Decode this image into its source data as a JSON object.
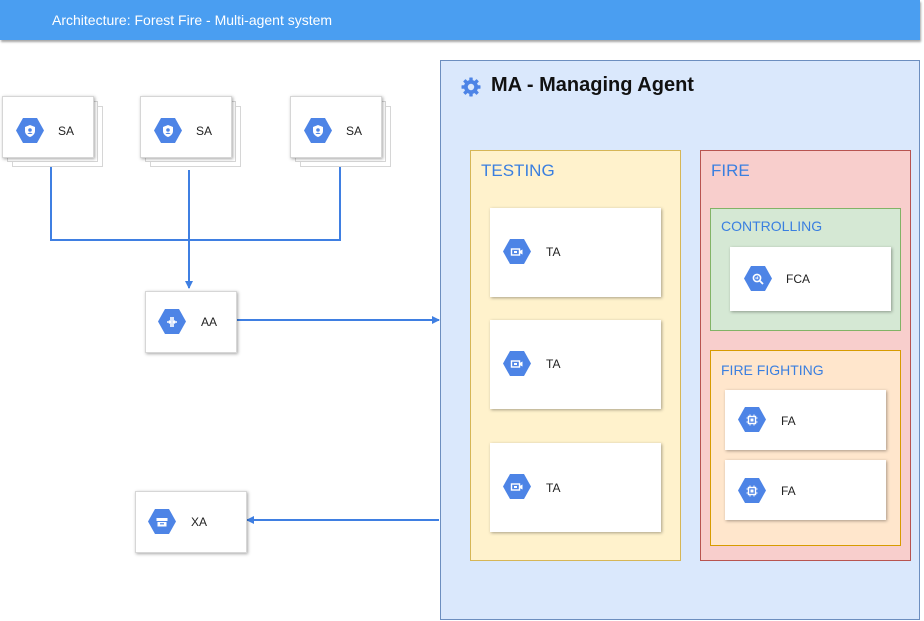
{
  "header": {
    "title": "Architecture: Forest Fire - Multi-agent system"
  },
  "sensors": [
    {
      "label": "SA"
    },
    {
      "label": "SA"
    },
    {
      "label": "SA"
    }
  ],
  "aggregator": {
    "label": "AA"
  },
  "external": {
    "label": "XA"
  },
  "managing": {
    "title": "MA - Managing Agent",
    "testing": {
      "title": "TESTING",
      "agents": [
        {
          "label": "TA"
        },
        {
          "label": "TA"
        },
        {
          "label": "TA"
        }
      ]
    },
    "fire": {
      "title": "FIRE",
      "controlling": {
        "title": "CONTROLLING",
        "agents": [
          {
            "label": "FCA"
          }
        ]
      },
      "fighting": {
        "title": "FIRE FIGHTING",
        "agents": [
          {
            "label": "FA"
          },
          {
            "label": "FA"
          }
        ]
      }
    }
  },
  "colors": {
    "accent": "#4a9ef1",
    "icon": "#4d84e6",
    "ma_fill": "#dae8fc",
    "testing_fill": "#fff2cc",
    "fire_fill": "#f8cecc",
    "controlling_fill": "#d5e8d4",
    "fighting_fill": "#ffe6cc"
  }
}
